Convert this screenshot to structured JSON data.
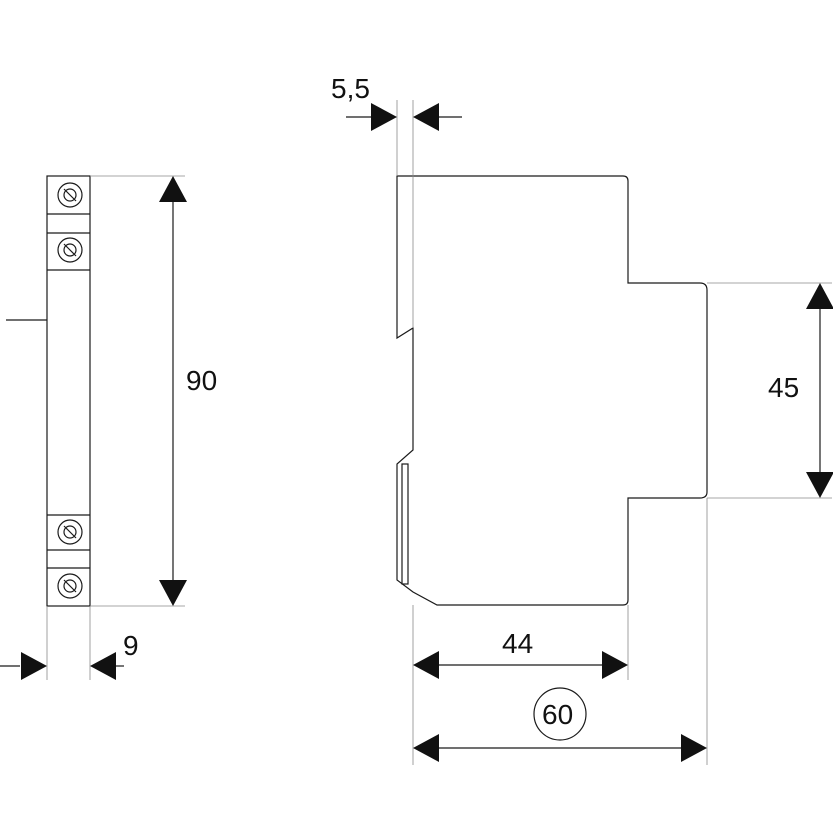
{
  "dimensions": {
    "width_9": "9",
    "height_90": "90",
    "offset_5_5": "5,5",
    "height_45": "45",
    "depth_44": "44",
    "depth_60": "60"
  }
}
